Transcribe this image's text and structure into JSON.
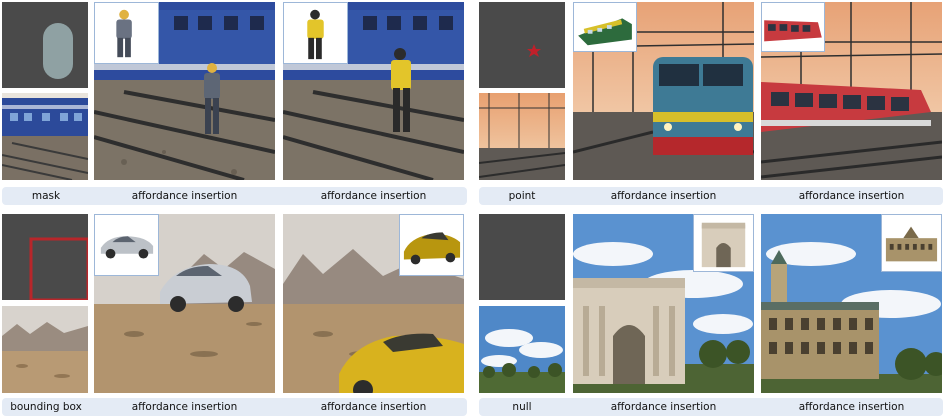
{
  "panels": {
    "top_left": {
      "condition_label": "mask",
      "result_labels": [
        "affordance insertion",
        "affordance insertion"
      ]
    },
    "top_right": {
      "condition_label": "point",
      "result_labels": [
        "affordance insertion",
        "affordance insertion"
      ]
    },
    "bottom_left": {
      "condition_label": "bounding box",
      "result_labels": [
        "affordance insertion",
        "affordance insertion"
      ]
    },
    "bottom_right": {
      "condition_label": "null",
      "result_labels": [
        "affordance insertion",
        "affordance insertion"
      ]
    }
  },
  "colors": {
    "caption_bg": "#e4ebf5",
    "condition_bg": "#4a4a4a",
    "mask_fill": "#8fa1a3",
    "point_marker": "#c0202a",
    "bbox_outline": "#b8262a",
    "inset_border": "#9db7d8"
  },
  "icons": {
    "point_marker": "star"
  }
}
